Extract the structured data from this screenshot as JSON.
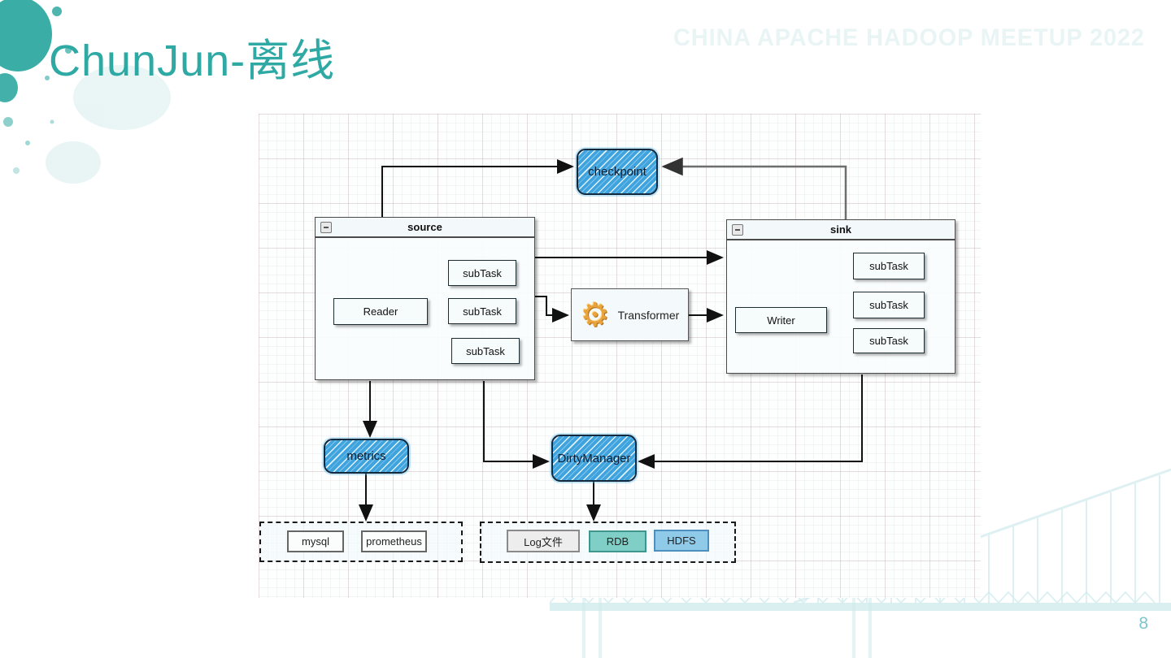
{
  "slide": {
    "title": "ChunJun-离线",
    "watermark": "CHINA APACHE HADOOP MEETUP 2022",
    "page_number": "8",
    "colors": {
      "title_teal": "#2EA9A4",
      "watermark_teal": "#E9F4F5",
      "node_blue": "#3FA3DE",
      "rdb_fill": "#7FCFC7",
      "hdfs_fill": "#8FCAE9",
      "log_fill": "#EDEDED",
      "page_number_teal": "#7EC5CD"
    }
  },
  "diagram": {
    "checkpoint": {
      "label": "checkpoint"
    },
    "source": {
      "title": "source",
      "reader_label": "Reader",
      "subtasks": [
        {
          "label": "subTask"
        },
        {
          "label": "subTask"
        },
        {
          "label": "subTask"
        }
      ]
    },
    "sink": {
      "title": "sink",
      "writer_label": "Writer",
      "subtasks": [
        {
          "label": "subTask"
        },
        {
          "label": "subTask"
        },
        {
          "label": "subTask"
        }
      ]
    },
    "transformer": {
      "label": "Transformer"
    },
    "metrics": {
      "label": "metrics"
    },
    "dirty_manager": {
      "label": "DirtyManager"
    },
    "metrics_targets": [
      {
        "label": "mysql"
      },
      {
        "label": "prometheus"
      }
    ],
    "dirty_targets": [
      {
        "label": "Log文件"
      },
      {
        "label": "RDB"
      },
      {
        "label": "HDFS"
      }
    ]
  }
}
